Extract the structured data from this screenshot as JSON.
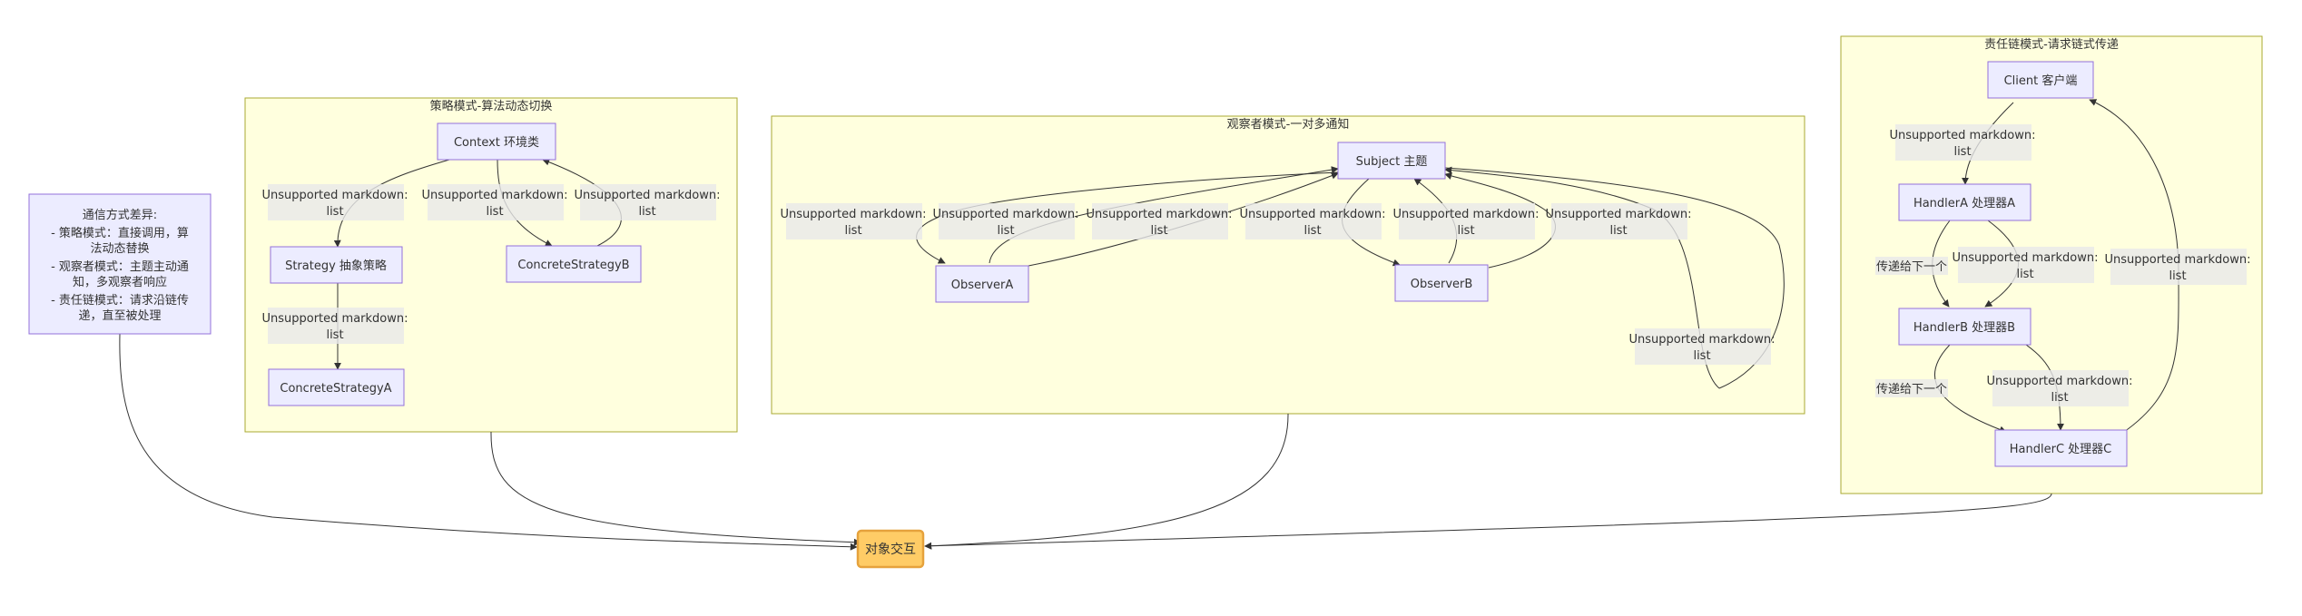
{
  "note": {
    "lines": [
      "通信方式差异:",
      "- 策略模式：直接调用，算",
      "法动态替换",
      "- 观察者模式：主题主动通",
      "知，多观察者响应",
      "- 责任链模式：请求沿链传",
      "递，直至被处理"
    ]
  },
  "clusters": {
    "strategy": "策略模式-算法动态切换",
    "observer": "观察者模式-一对多通知",
    "chain": "责任链模式-请求链式传递"
  },
  "nodes": {
    "context": "Context 环境类",
    "strategy": "Strategy 抽象策略",
    "concreteA": "ConcreteStrategyA",
    "concreteB": "ConcreteStrategyB",
    "subject": "Subject 主题",
    "observerA": "ObserverA",
    "observerB": "ObserverB",
    "client": "Client 客户端",
    "handlerA": "HandlerA 处理器A",
    "handlerB": "HandlerB 处理器B",
    "handlerC": "HandlerC 处理器C",
    "final": "对象交互"
  },
  "edge_label": {
    "line1": "Unsupported markdown:",
    "line2": "list"
  },
  "chain_labels": {
    "pass_a": "传递给下一个",
    "pass_b": "传递给下一个"
  }
}
